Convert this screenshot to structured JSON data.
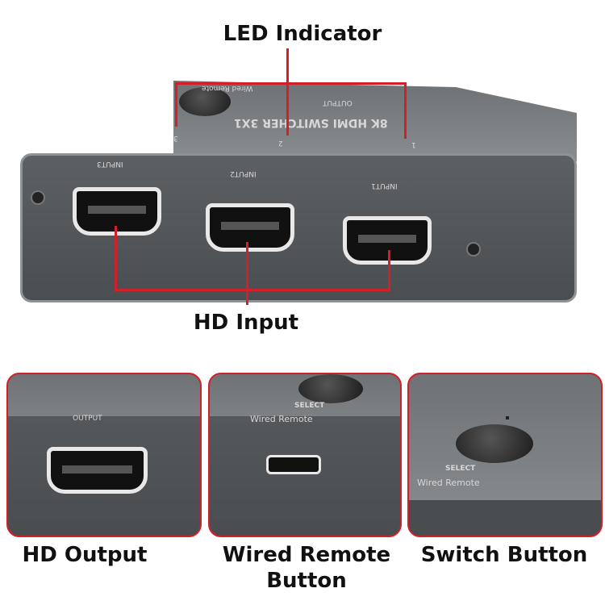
{
  "callouts": {
    "led_indicator": "LED Indicator",
    "hd_input": "HD Input",
    "hd_output": "HD Output",
    "wired_remote_button_line1": "Wired Remote",
    "wired_remote_button_line2": "Button",
    "switch_button": "Switch Button"
  },
  "device": {
    "model_text": "8K HDMI SWITCHER 3X1",
    "inputs": [
      "INPUT1",
      "INPUT2",
      "INPUT3"
    ],
    "output": "OUTPUT",
    "wired_remote": "Wired Remote",
    "select": "SELECT",
    "led_numbers": [
      "1",
      "2",
      "3"
    ]
  },
  "colors": {
    "accent": "#d0202a",
    "device_body": "#5d6063"
  }
}
